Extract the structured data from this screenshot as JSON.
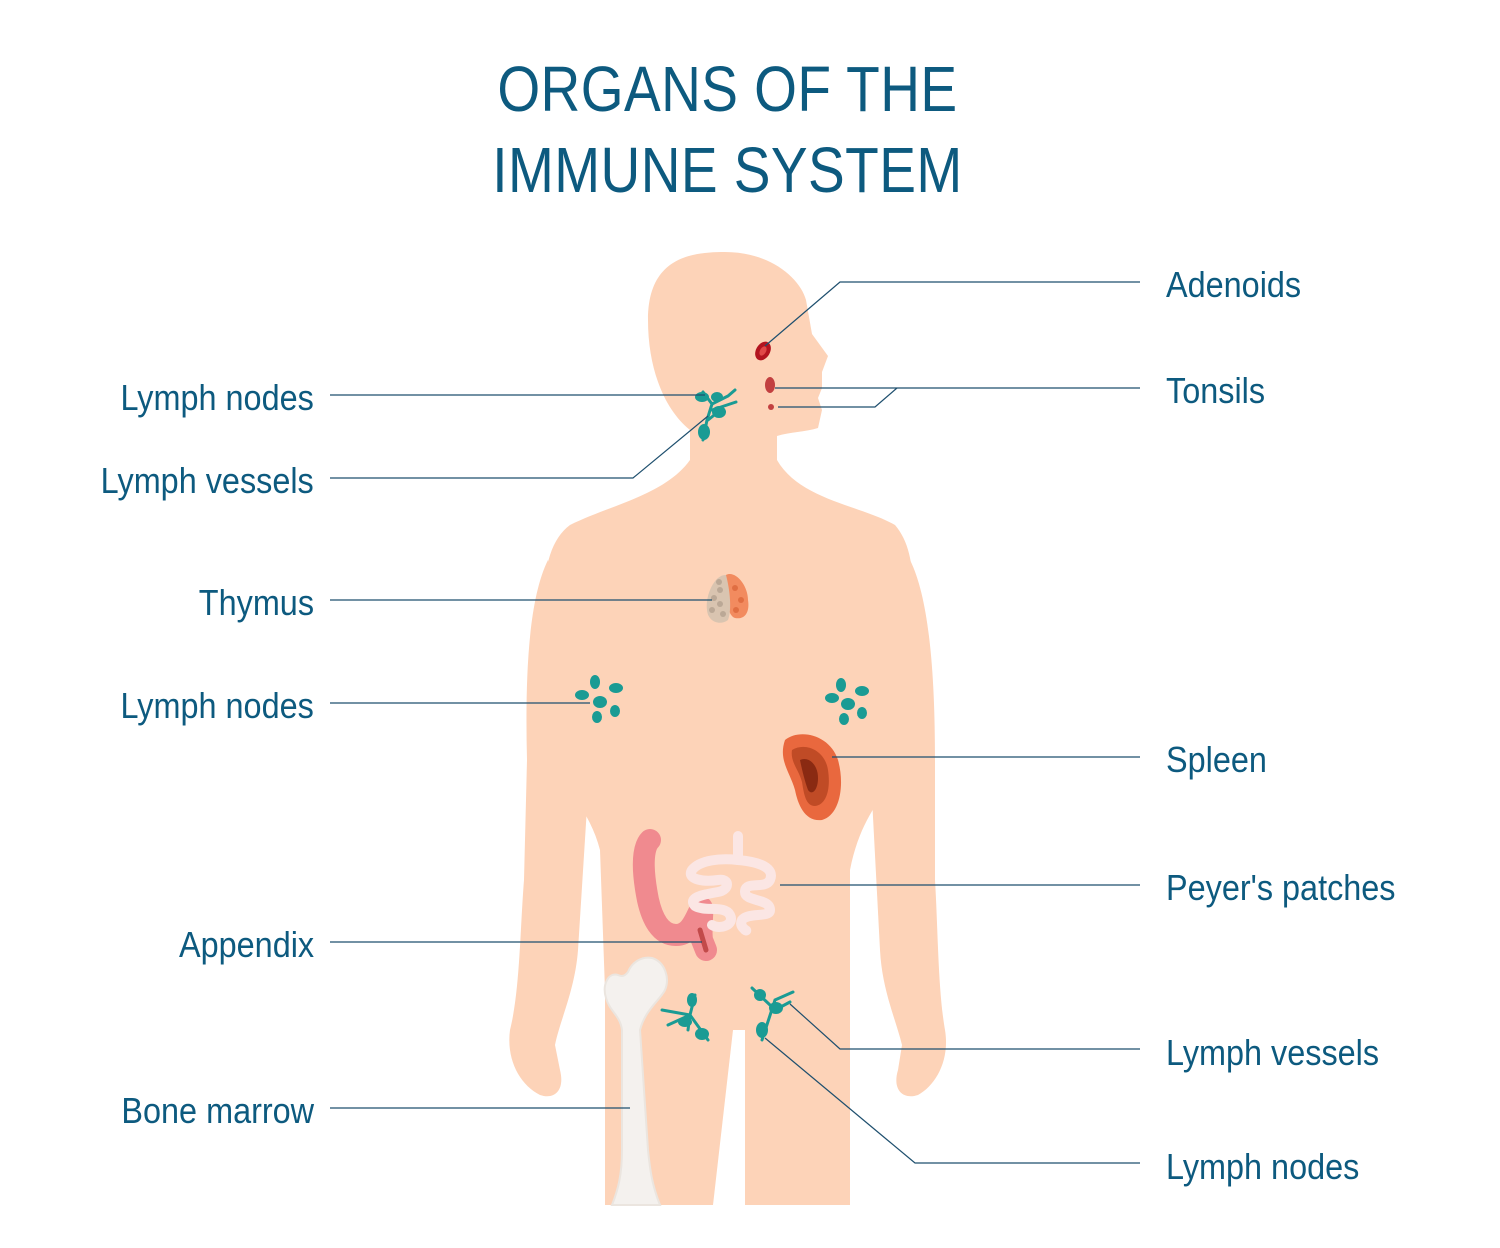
{
  "title": {
    "line1": "ORGANS OF THE",
    "line2": "IMMUNE SYSTEM"
  },
  "labels": {
    "left": [
      "Lymph nodes",
      "Lymph vessels",
      "Thymus",
      "Lymph nodes",
      "Appendix",
      "Bone marrow"
    ],
    "right": [
      "Adenoids",
      "Tonsils",
      "Spleen",
      "Peyer's patches",
      "Lymph vessels",
      "Lymph nodes"
    ]
  },
  "colors": {
    "text": "#0d5a7f",
    "leader": "#1e4f6e",
    "skin": "#fdd3b8",
    "lymph": "#1a9b94",
    "spleen": "#e9683e",
    "appendix": "#f08a8f",
    "bone": "#f4f1ee",
    "thymus": "#d9c4b0"
  }
}
